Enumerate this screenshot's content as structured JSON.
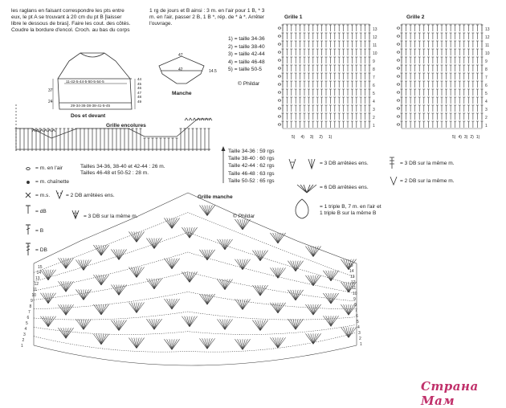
{
  "intro": {
    "lines": [
      "les raglans en faisant correspondre les pts entre",
      "eux, le pt A se trouvant à 20 cm du pt B [laisser",
      "libre le dessous de bras]. Faire les cout. des côtés.",
      "Coudre la bordure d'encol. Croch. au bas du corps"
    ]
  },
  "middle_text": {
    "lines": [
      "1 rg de jours et B ainsi : 3 m. en l'air pour 1 B, * 3",
      "m. en l'air, passer 2 B, 1 B *, rép. de * à *. Arrêter",
      "l'ouvrage."
    ]
  },
  "sizes": {
    "items": [
      "1) = taille 34-36",
      "2) = taille 38-40",
      "3) = taille 42-44",
      "4) = taille 46-48",
      "5) = taille 50-5"
    ],
    "credit": "© Phildar"
  },
  "front_back": {
    "title": "Dos et devant",
    "dim_top": "11-42-5-44-5-50-5-54-5",
    "dim_mid": "29-34-36-38-38-41-5-45",
    "dim_right": [
      "44",
      "45",
      "46",
      "47",
      "48",
      "49"
    ],
    "dim_left": "37",
    "dim_left2": "24"
  },
  "sleeve": {
    "title": "Manche",
    "dim_top": "47",
    "dim_right": "14.5",
    "dim_mid": "42"
  },
  "grid_encolures": {
    "title": "Grille encolures"
  },
  "grid1": {
    "title": "Grille 1",
    "bottom_labels": [
      "5)",
      "4)",
      "3)",
      "2)",
      "1)"
    ]
  },
  "grid2": {
    "title": "Grille 2",
    "bottom_labels": [
      "5)",
      "4)",
      "3)",
      "2)",
      "1)"
    ]
  },
  "stitch_counts": {
    "items": [
      "Taille 34-36 : 59 rgs",
      "Taille 38-40 : 60 rgs",
      "Taille 42-44 : 62 rgs",
      "Taille 46-48 : 63 rgs",
      "Taille 50-52 : 65 rgs"
    ]
  },
  "sizes_cm": {
    "lines": [
      "Tailles 34-36, 38-40 et 42-44 : 26 m.",
      "Tailles 46-48 et 50-52 : 28 m."
    ]
  },
  "grille_manche": {
    "title": "Grille manche",
    "credit": "© Phildar"
  },
  "legend_left": {
    "items": [
      {
        "sym": "=",
        "text": "m. en l'air"
      },
      {
        "sym": "=",
        "text": "m. chaînette"
      },
      {
        "sym": "=",
        "text": "m.s."
      },
      {
        "sym": "=",
        "text": "dB"
      },
      {
        "sym": "=",
        "text": "B"
      },
      {
        "sym": "=",
        "text": "DB"
      }
    ],
    "pair1": "= 2 DB arrêtées ens.",
    "pair2": "= 3 DB sur la même m."
  },
  "legend_right": {
    "r1a": "= 3 DB arrêtées ens.",
    "r1b": "= 3 DB sur la même m.",
    "r2a": "= 6 DB arrêtées ens.",
    "r2b": "= 2 DB sur la même m.",
    "r3": [
      "= 1 triple B, 7 m. en l'air et",
      "1 triple B sur la même B"
    ]
  },
  "row_numbers": [
    "1",
    "2",
    "3",
    "4",
    "5",
    "6",
    "7",
    "8",
    "9",
    "10",
    "11",
    "12",
    "13",
    "14",
    "15"
  ],
  "watermark": "Страна Мам"
}
